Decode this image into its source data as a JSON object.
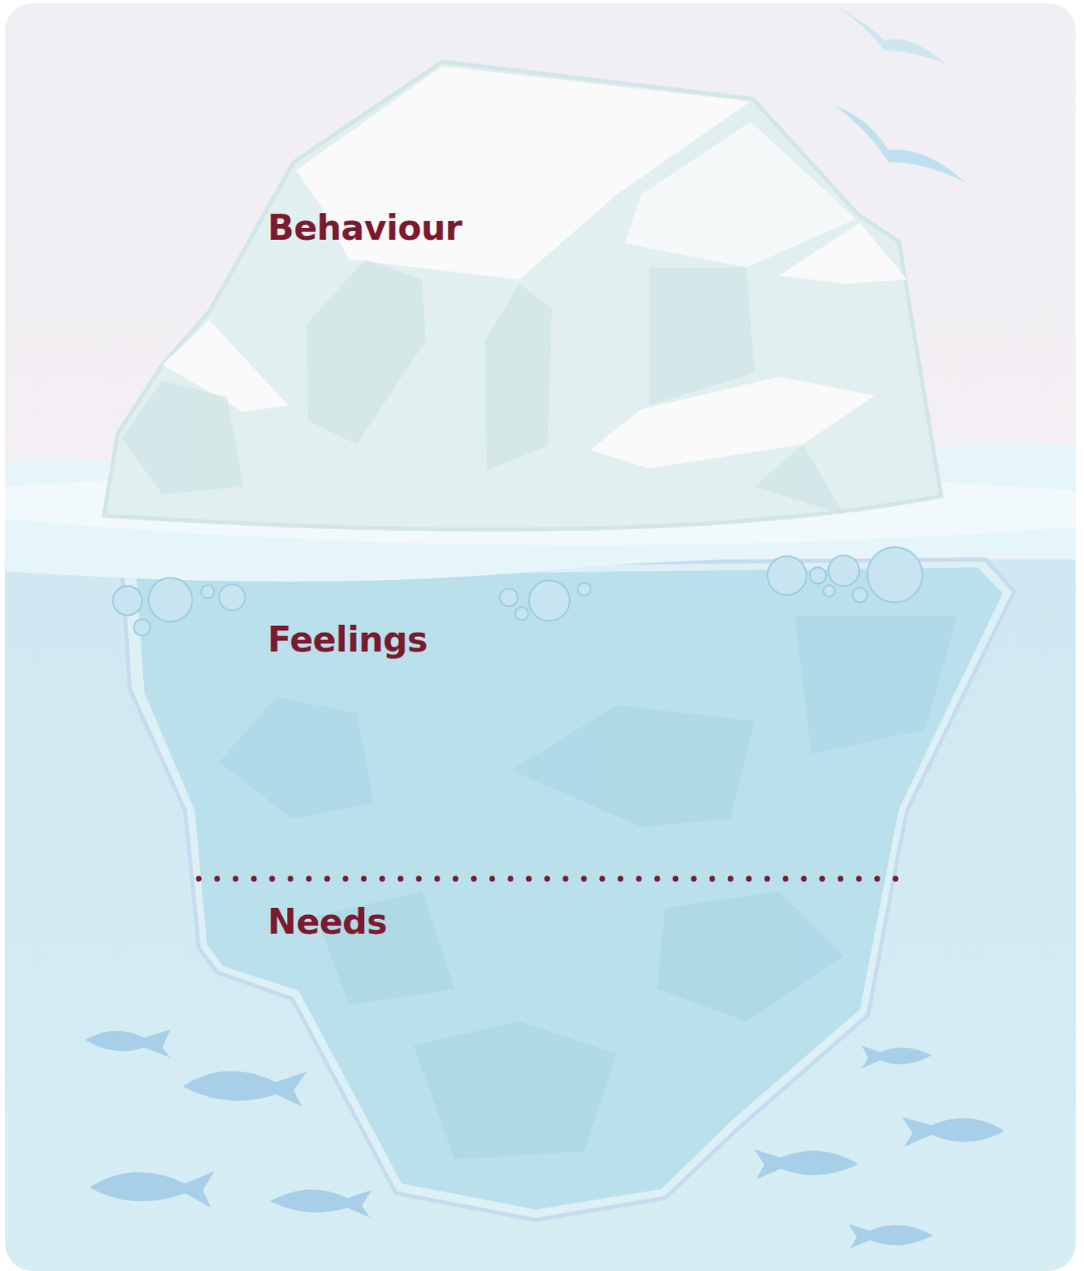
{
  "diagram": {
    "labels": [
      "Behaviour",
      "Feelings",
      "Needs"
    ]
  }
}
